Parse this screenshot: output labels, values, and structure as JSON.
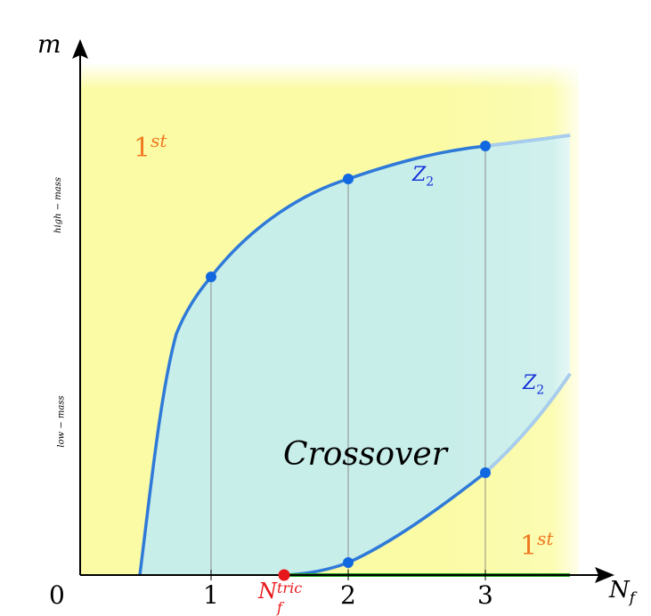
{
  "axes": {
    "y_label": "m",
    "x_label_main": "N",
    "x_label_sub": "f",
    "origin": "0",
    "ticks": [
      "1",
      "2",
      "3"
    ],
    "y_side_labels": [
      "high − mass",
      "low − mass"
    ]
  },
  "tricritical": {
    "label_main": "N",
    "label_sup": "tric",
    "label_sub": "f",
    "color": "#e8171b"
  },
  "regions": {
    "first_order_label": "1",
    "first_order_sup": "st",
    "first_order_color": "#f07820",
    "first_order_fill": "#fbfba6",
    "crossover_label": "Crossover",
    "crossover_fill": "#c8eeea"
  },
  "lines": {
    "upper_label": "Z",
    "upper_sub": "2",
    "lower_label": "Z",
    "lower_sub": "2",
    "z2_label_color": "#1330d8",
    "line_color": "#2f7ad8",
    "point_color": "#1168e0",
    "zero_mass_color": "#1fa01f"
  }
}
